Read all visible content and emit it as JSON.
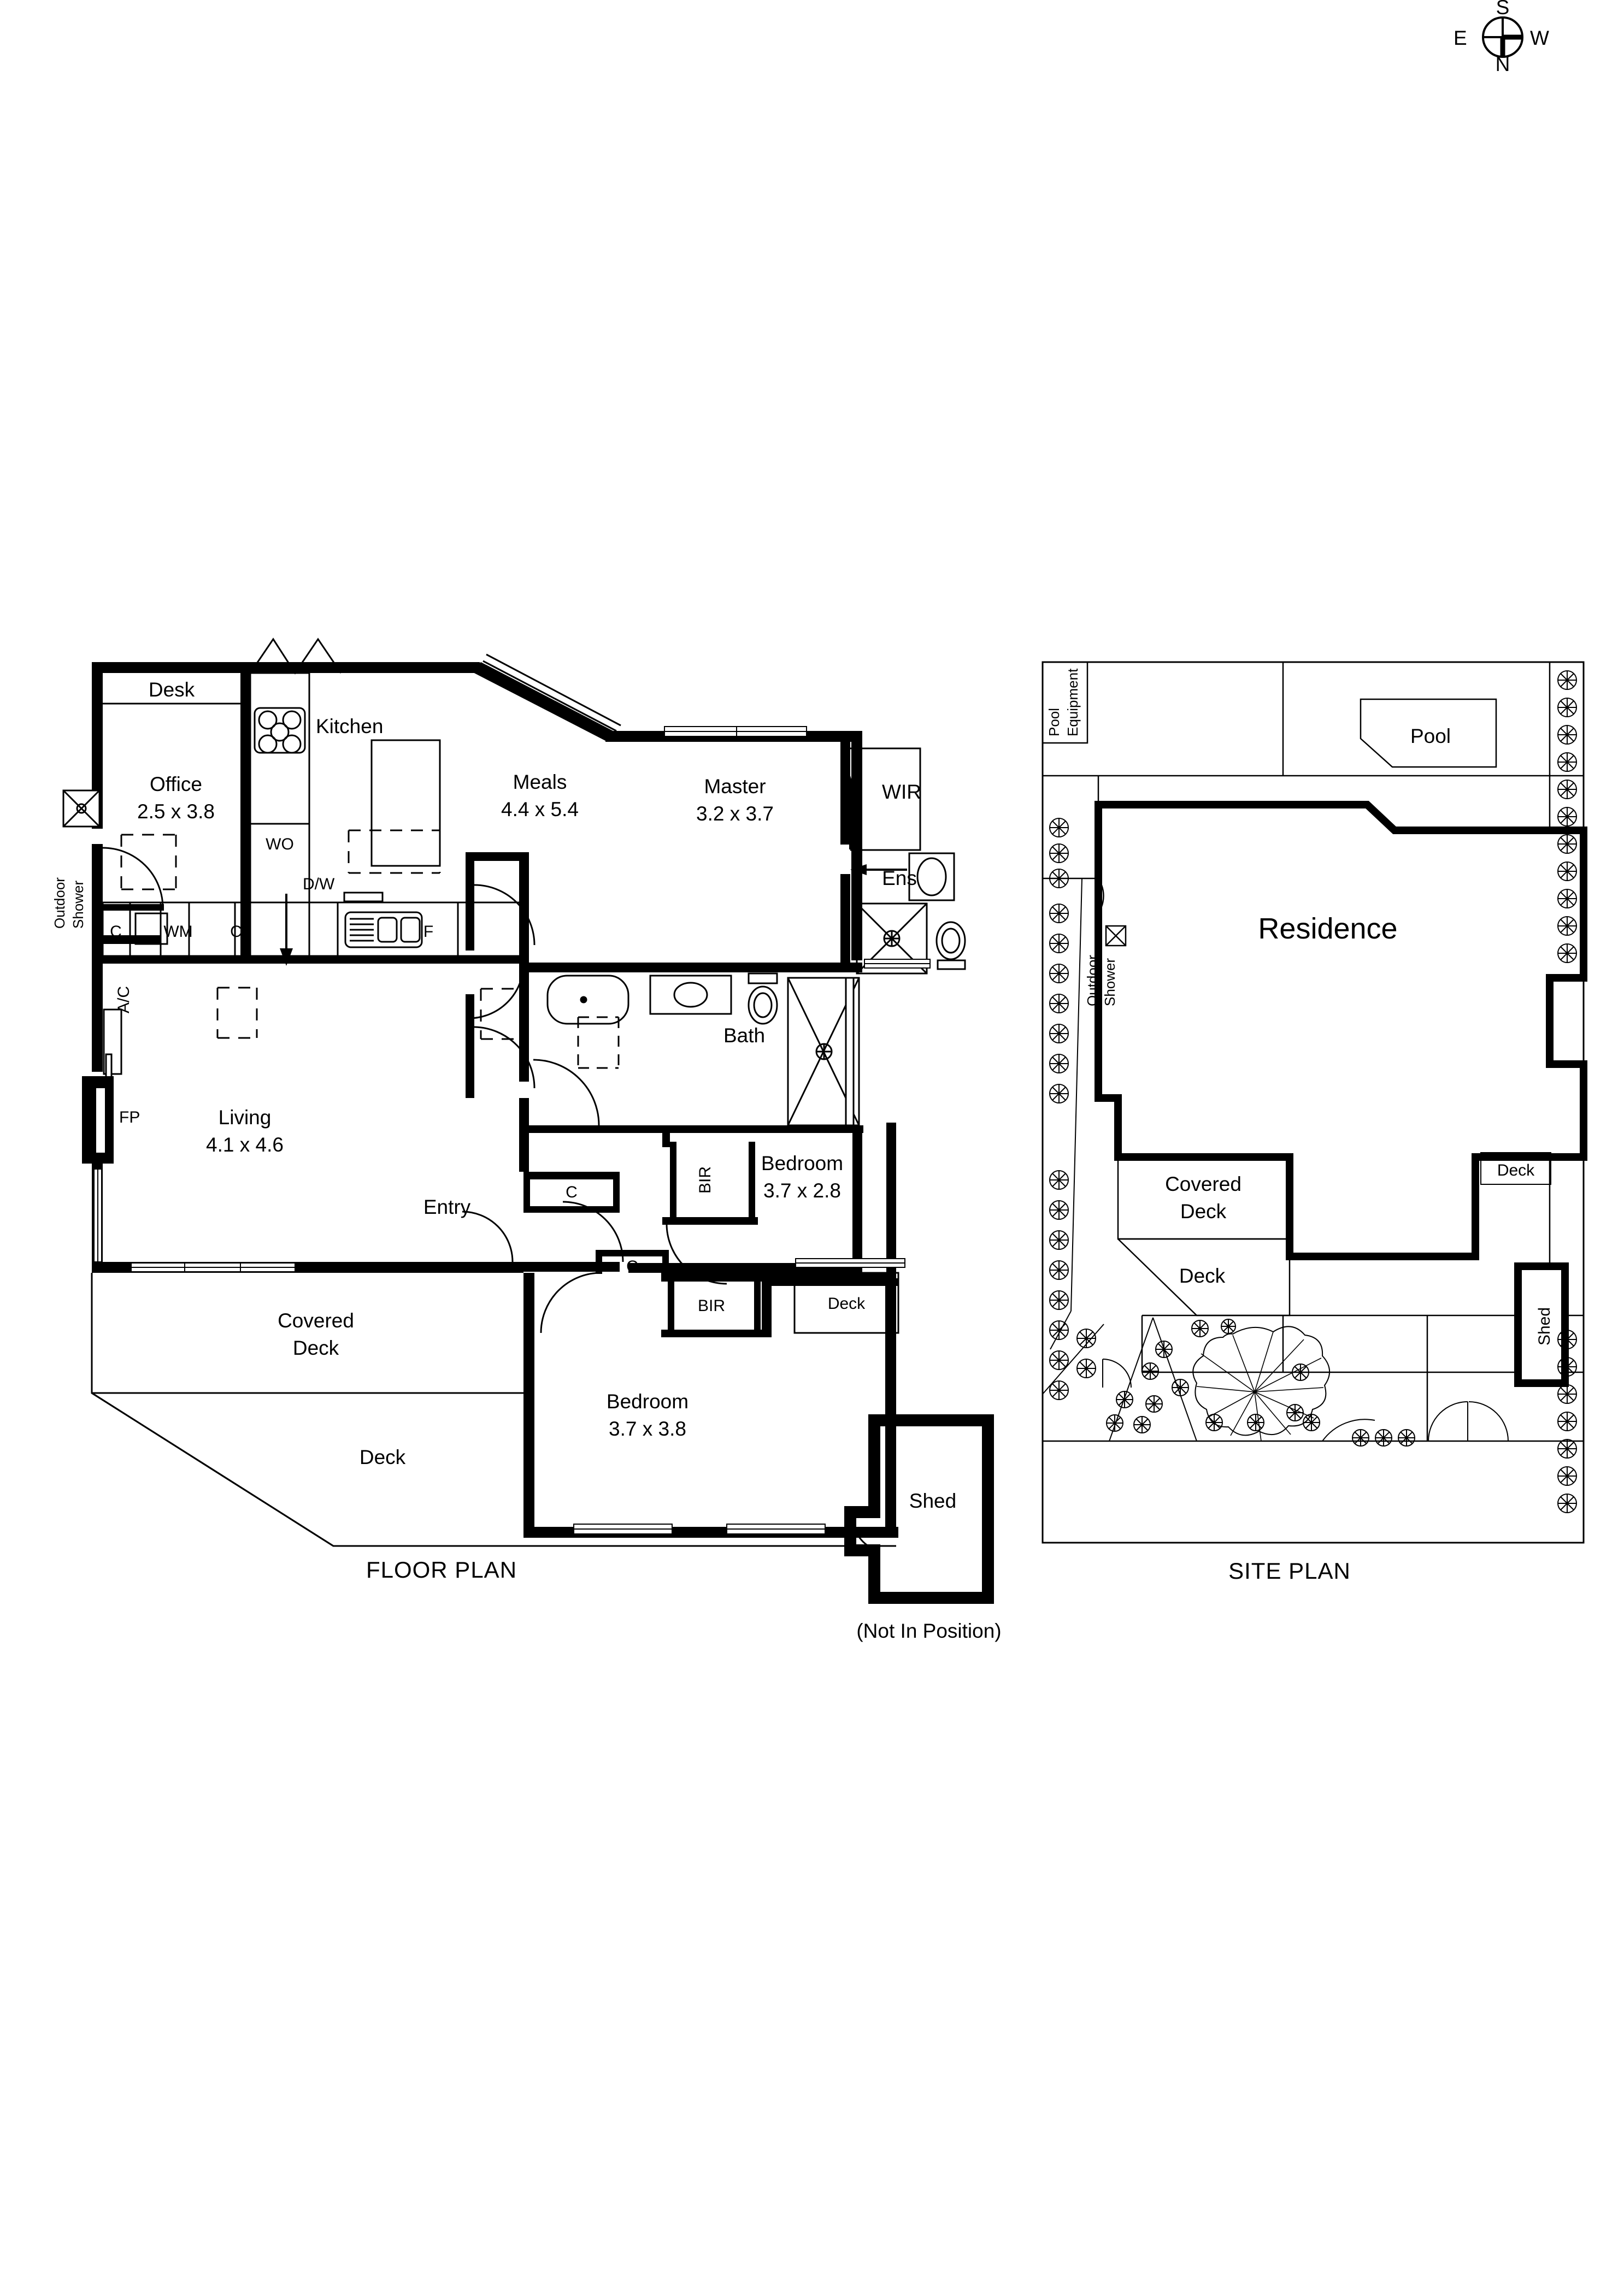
{
  "document": {
    "type": "real-estate-floor-plan",
    "floor_plan_caption": "FLOOR PLAN",
    "site_plan_caption": "SITE PLAN",
    "shed_note": "(Not In Position)"
  },
  "compass": {
    "name": "compass-rose",
    "top": "S",
    "left": "E",
    "right": "W",
    "bottom": "N"
  },
  "floor_plan": {
    "rooms": [
      {
        "name": "Office",
        "dimensions": "2.5 x 3.8"
      },
      {
        "name": "Kitchen",
        "dimensions": ""
      },
      {
        "name": "Meals",
        "dimensions": "4.4 x 5.4"
      },
      {
        "name": "Master",
        "dimensions": "3.2 x 3.7"
      },
      {
        "name": "Living",
        "dimensions": "4.1 x 4.6"
      },
      {
        "name": "Bedroom",
        "dimensions": "3.7 x 2.8"
      },
      {
        "name": "Bedroom",
        "dimensions": "3.7 x 3.8"
      },
      {
        "name": "Bath",
        "dimensions": ""
      },
      {
        "name": "WIR",
        "dimensions": ""
      },
      {
        "name": "Ens",
        "dimensions": ""
      },
      {
        "name": "Entry",
        "dimensions": ""
      }
    ],
    "labels": {
      "desk": "Desk",
      "kitchen": "Kitchen",
      "office_name": "Office",
      "office_dims": "2.5 x 3.8",
      "meals_name": "Meals",
      "meals_dims": "4.4 x 5.4",
      "master_name": "Master",
      "master_dims": "3.2 x 3.7",
      "wir": "WIR",
      "ens": "Ens",
      "bath": "Bath",
      "living_name": "Living",
      "living_dims": "4.1 x 4.6",
      "entry": "Entry",
      "bedroom1_name": "Bedroom",
      "bedroom1_dims": "3.7 x 2.8",
      "bedroom2_name": "Bedroom",
      "bedroom2_dims": "3.7 x 3.8",
      "covered_deck": "Covered",
      "covered_deck_2": "Deck",
      "deck": "Deck",
      "deck_small": "Deck",
      "shed": "Shed",
      "outdoor_shower_1": "Outdoor",
      "outdoor_shower_2": "Shower"
    },
    "fixtures": {
      "wall_oven": "WO",
      "dishwasher": "D/W",
      "cupboard_1": "C",
      "cupboard_2": "C",
      "cupboard_3": "C",
      "cupboard_4": "C",
      "washing_machine": "WM",
      "fridge": "F",
      "air_conditioner": "A/C",
      "fireplace": "FP",
      "built_in_robe_1": "BIR",
      "built_in_robe_2": "BIR"
    }
  },
  "site_plan": {
    "labels": {
      "residence": "Residence",
      "pool": "Pool",
      "pool_equipment_1": "Pool",
      "pool_equipment_2": "Equipment",
      "covered_deck_1": "Covered",
      "covered_deck_2": "Deck",
      "deck": "Deck",
      "deck_small": "Deck",
      "shed": "Shed",
      "outdoor_shower_1": "Outdoor",
      "outdoor_shower_2": "Shower"
    }
  },
  "colors": {
    "wall": "#000000",
    "background": "#ffffff",
    "thin_line": "#1a1a1a"
  }
}
